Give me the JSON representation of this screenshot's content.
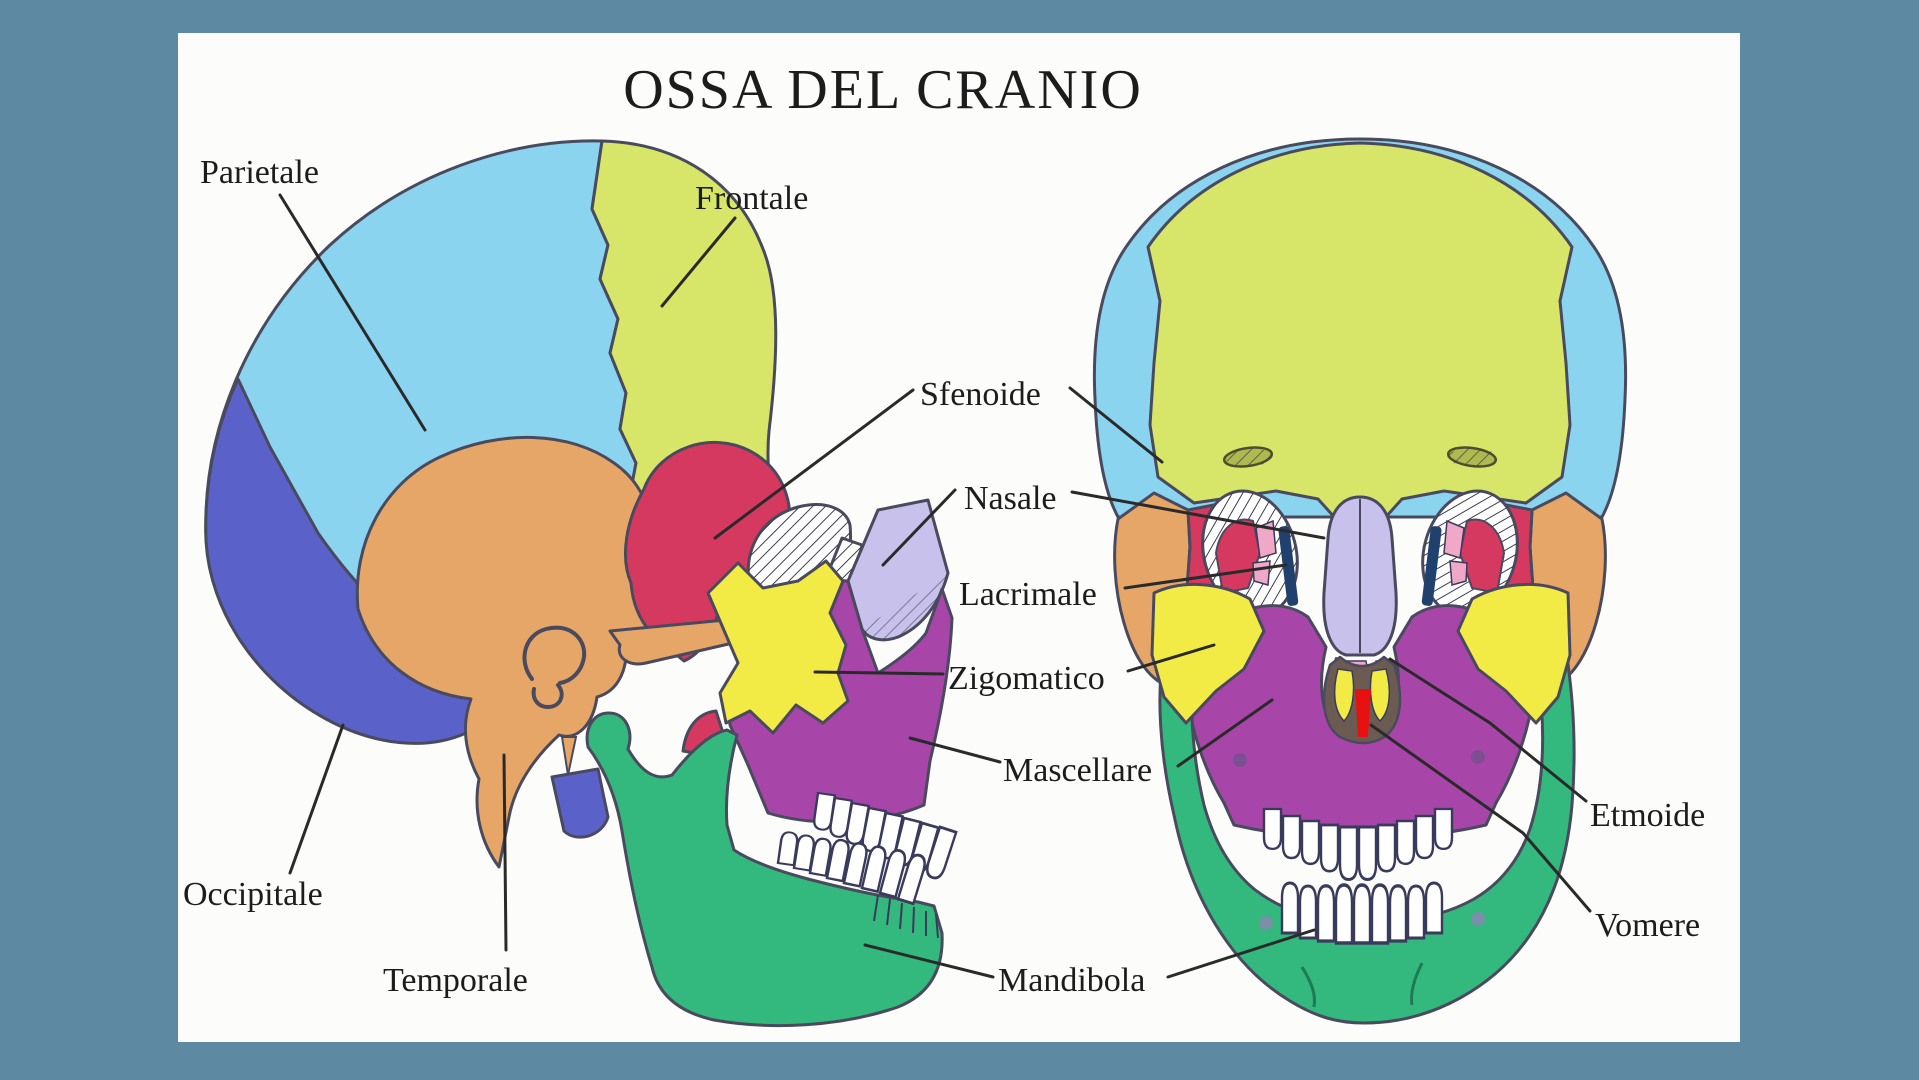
{
  "title": "OSSA DEL CRANIO",
  "labels": {
    "parietale": "Parietale",
    "frontale": "Frontale",
    "sfenoide": "Sfenoide",
    "nasale": "Nasale",
    "lacrimale": "Lacrimale",
    "zigomatico": "Zigomatico",
    "mascellare": "Mascellare",
    "mandibola": "Mandibola",
    "occipitale": "Occipitale",
    "temporale": "Temporale",
    "etmoide": "Etmoide",
    "vomere": "Vomere"
  },
  "colors": {
    "background": "#5E89A3",
    "panel": "#FCFCFA",
    "outline": "#4A4A5E",
    "label_text": "#1C1C1C",
    "leader_line": "#2A2A2A",
    "parietal": "#8BD4EF",
    "frontal": "#D7E669",
    "temporal": "#E5A668",
    "sphenoid": "#D53960",
    "occipital": "#5A62C9",
    "zygomatic": "#F2EB45",
    "maxilla": "#A845A8",
    "nasal": "#C7C1EB",
    "mandible": "#33B87E",
    "lacrimal_navy": "#20406E",
    "ethmoid_pink": "#F0A8C8",
    "vomer_red": "#E81111",
    "aperture_dark": "#6B5B52",
    "teeth": "#FFFFFF"
  }
}
